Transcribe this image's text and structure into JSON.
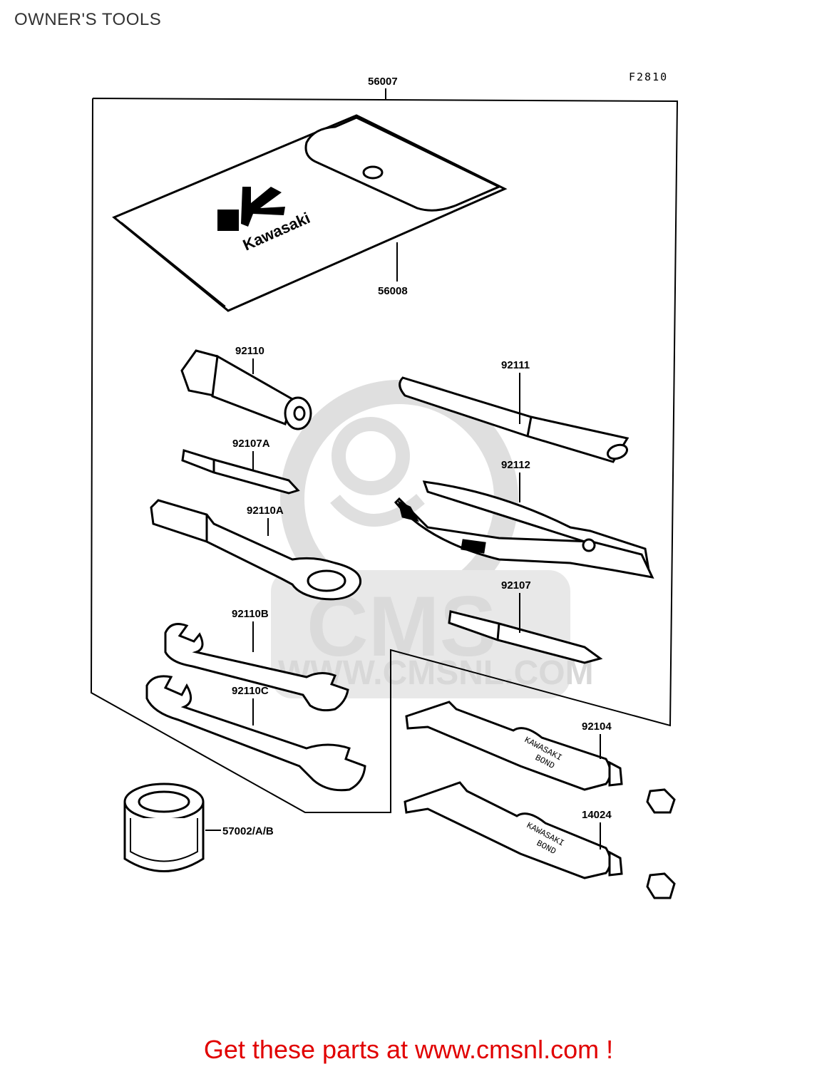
{
  "header": {
    "title": "OWNER'S TOOLS"
  },
  "diagram": {
    "code": "F2810",
    "watermark": {
      "brand": "CMS",
      "url": "WWW.CMSNL.COM"
    },
    "brand_logo": {
      "text": "Kawasaki"
    },
    "bond_label": {
      "line1": "KAWASAKI",
      "line2": "BOND"
    },
    "parts": [
      {
        "number": "56007"
      },
      {
        "number": "56008"
      },
      {
        "number": "92110"
      },
      {
        "number": "92111"
      },
      {
        "number": "92107A"
      },
      {
        "number": "92112"
      },
      {
        "number": "92110A"
      },
      {
        "number": "92107"
      },
      {
        "number": "92110B"
      },
      {
        "number": "92110C"
      },
      {
        "number": "92104"
      },
      {
        "number": "14024"
      },
      {
        "number": "57002/A/B"
      }
    ]
  },
  "footer": {
    "promo": "Get these parts at www.cmsnl.com !"
  }
}
